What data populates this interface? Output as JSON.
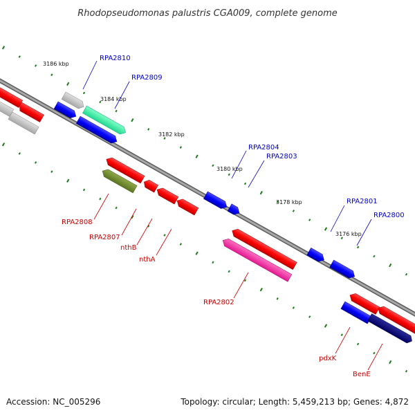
{
  "title": "Rhodopseudomonas palustris CGA009, complete genome",
  "footer": {
    "accession": "Accession: NC_005296",
    "topology": "Topology: circular; Length: 5,459,213 bp; Genes: 4,872"
  },
  "ticks": {
    "major": [
      "3186 kbp",
      "3184 kbp",
      "3182 kbp",
      "3180 kbp",
      "3178 kbp",
      "3176 kbp"
    ]
  },
  "labels": {
    "plus": [
      "RPA2810",
      "RPA2809",
      "RPA2804",
      "RPA2803",
      "RPA2801",
      "RPA2800"
    ],
    "minus": [
      "RPA2808",
      "RPA2807",
      "nthB",
      "nthA",
      "RPA2802",
      "pdxK",
      "BenE"
    ]
  },
  "colors": {
    "forward_cds": "#0000ff",
    "reverse_cds": "#ff0000",
    "backbone": "#888888",
    "ticks": "#1a7a1a",
    "plus_label": "#0000cc",
    "minus_label": "#cc0000"
  }
}
